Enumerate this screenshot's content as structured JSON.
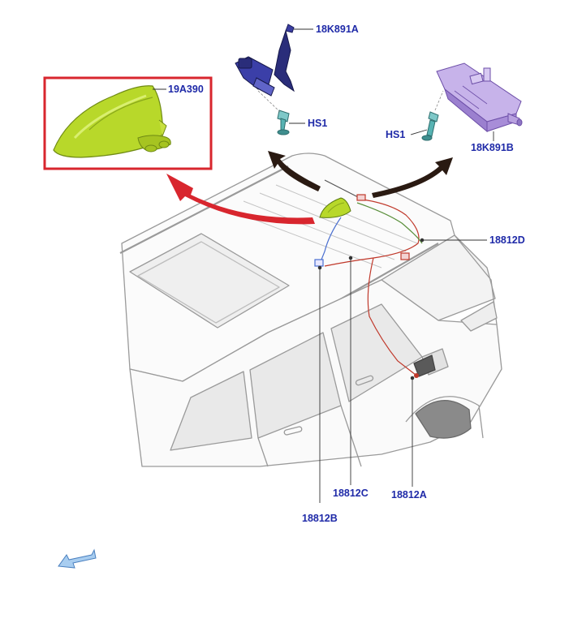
{
  "colors": {
    "callout_text": "#1f2aa8",
    "leader": "#333333",
    "highlight_frame": "#d8262e",
    "arrow_red": "#d8262e",
    "arrow_dark": "#2a1a12",
    "antenna_green": "#b8d82a",
    "module_purple": "#b9a2e0",
    "bracket_navy": "#2a2d7a",
    "fastener_teal": "#57b3b3",
    "cable_red": "#c0392b",
    "cable_blue": "#4a6fd0",
    "cable_green": "#5a8f3b",
    "car_outline": "#9a9a9a",
    "direction_arrow": "#7fb3e6"
  },
  "callouts": {
    "antenna": "19A390",
    "bracket_a": "18K891A",
    "bracket_b": "18K891B",
    "screw_left": "HS1",
    "screw_right": "HS1",
    "cable_d": "18812D",
    "cable_c": "18812C",
    "cable_b": "18812B",
    "cable_a": "18812A"
  },
  "icons": {
    "direction": "front-direction-arrow-icon",
    "antenna": "shark-fin-antenna-icon",
    "module": "antenna-module-icon",
    "bracket": "mounting-bracket-icon",
    "screw": "screw-icon"
  }
}
